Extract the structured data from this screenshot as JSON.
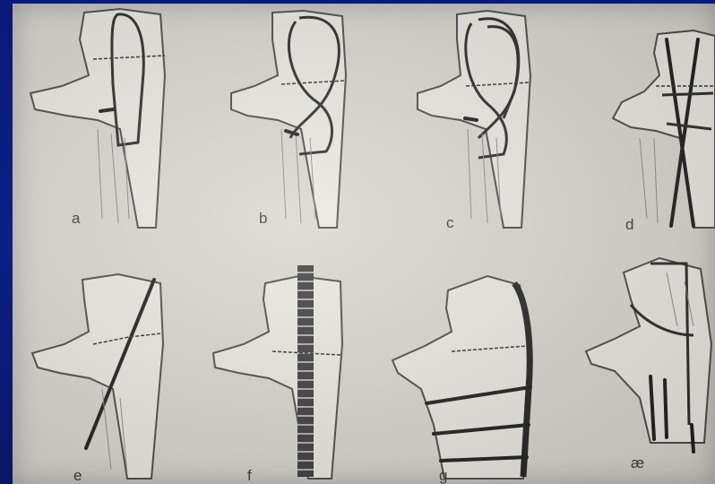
{
  "figure": {
    "panels": [
      {
        "id": "a",
        "label": "a",
        "technique": "tension-band-loop"
      },
      {
        "id": "b",
        "label": "b",
        "technique": "figure-of-eight-wire"
      },
      {
        "id": "c",
        "label": "c",
        "technique": "double-wire-loop"
      },
      {
        "id": "d",
        "label": "d",
        "technique": "crossed-k-wires-with-wire"
      },
      {
        "id": "e",
        "label": "e",
        "technique": "oblique-screw"
      },
      {
        "id": "f",
        "label": "f",
        "technique": "intramedullary-threaded-rod"
      },
      {
        "id": "g",
        "label": "g",
        "technique": "plate-with-screws"
      },
      {
        "id": "h",
        "label": "æ",
        "technique": "wire-fixation"
      }
    ]
  }
}
